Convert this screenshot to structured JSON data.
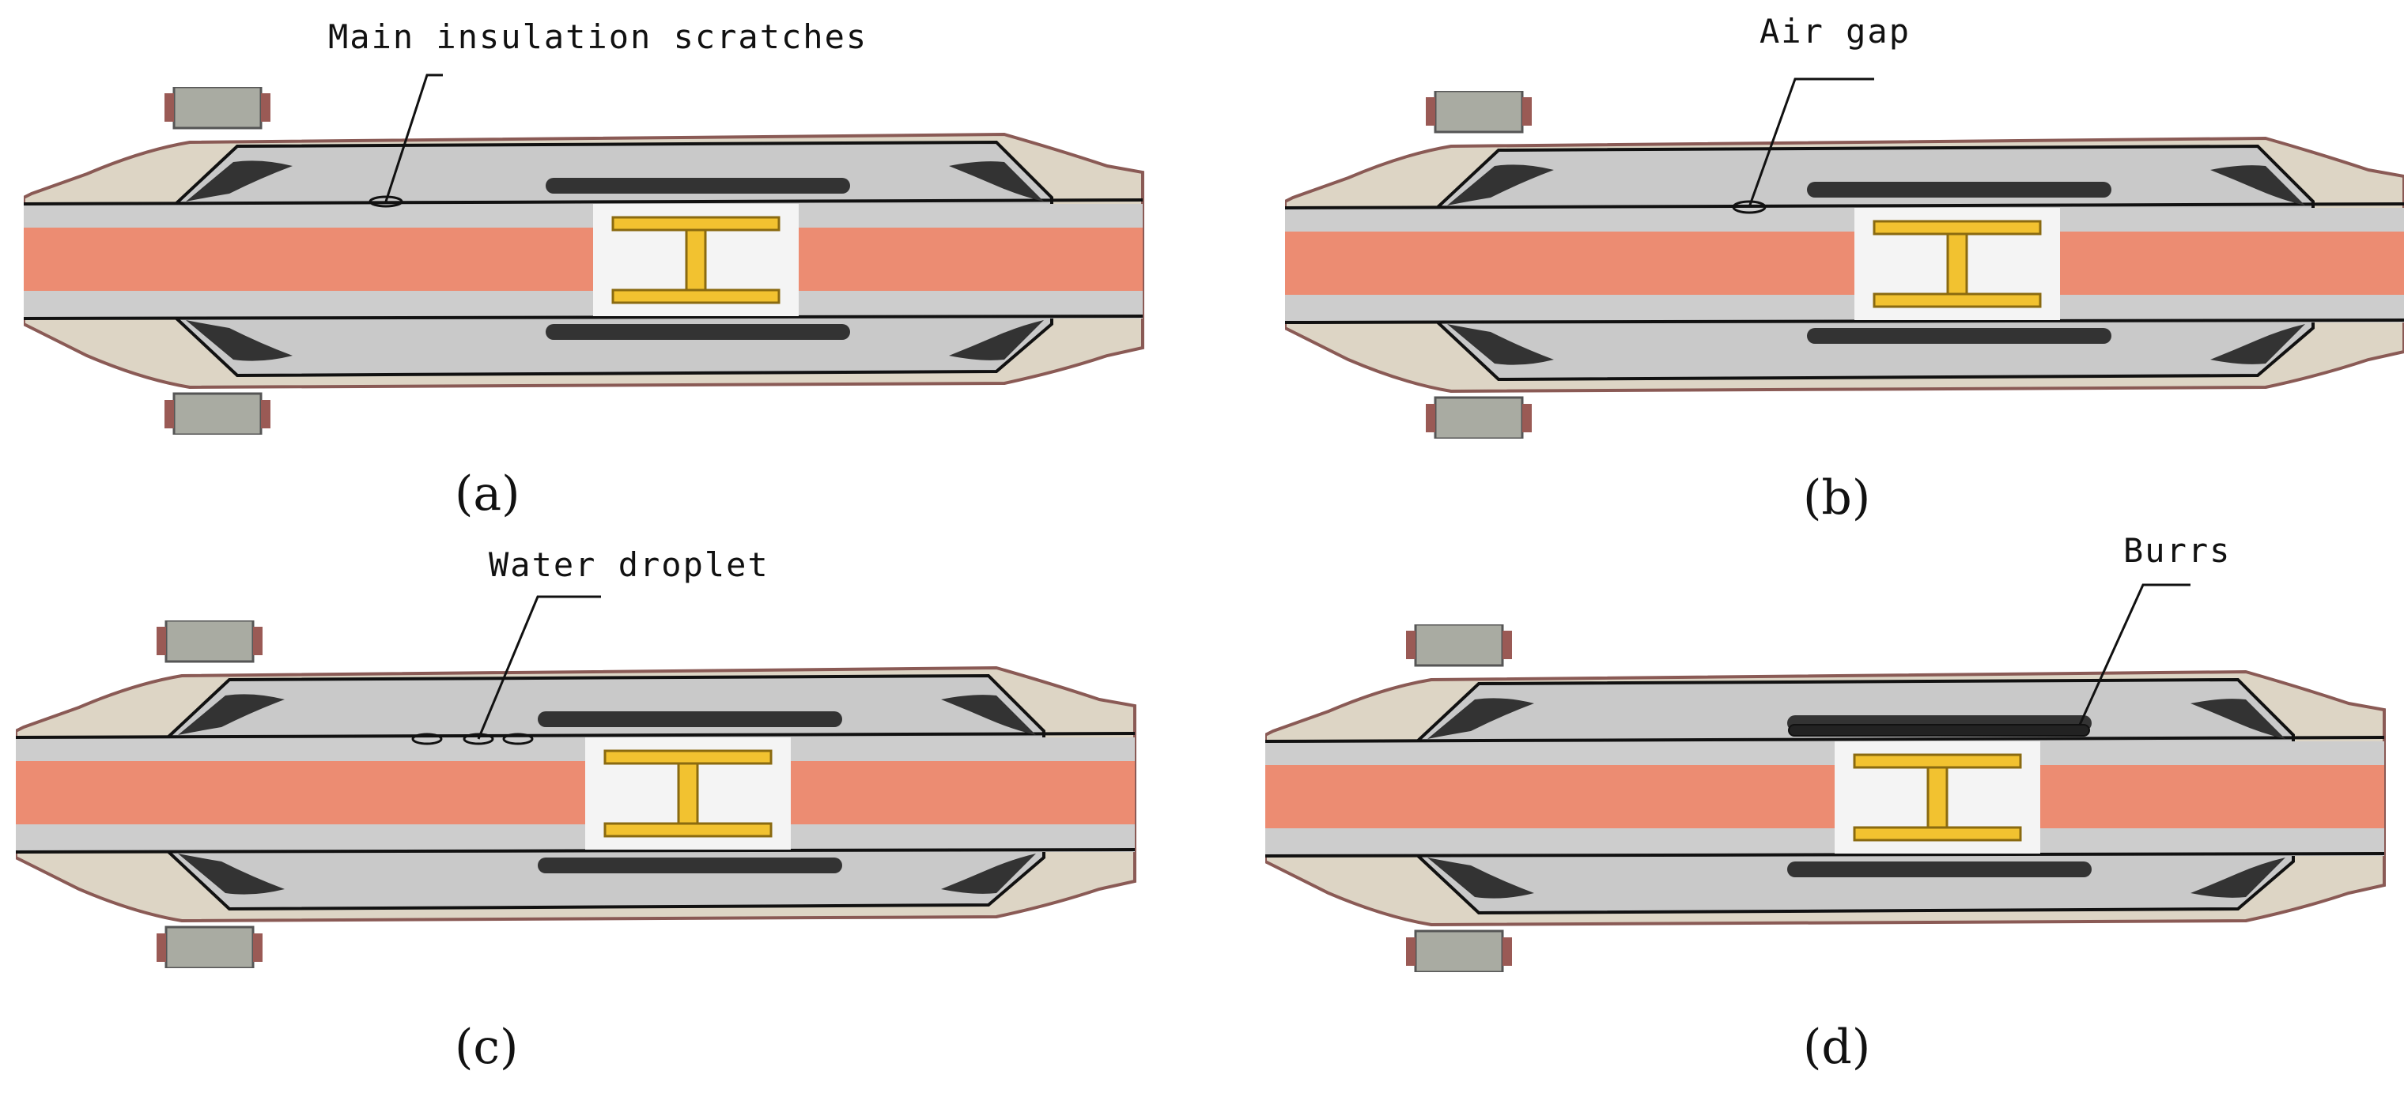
{
  "panels": [
    {
      "id": "a",
      "caption": "(a)",
      "callout": "Main insulation scratches",
      "defect": "scratch"
    },
    {
      "id": "b",
      "caption": "(b)",
      "callout": "Air gap",
      "defect": "air-gap"
    },
    {
      "id": "c",
      "caption": "(c)",
      "callout": "Water droplet",
      "defect": "water-droplets"
    },
    {
      "id": "d",
      "caption": "(d)",
      "callout": "Burrs",
      "defect": "burrs"
    }
  ],
  "colors": {
    "outer_sheath": "#ddd5c5",
    "outline": "#8a5a55",
    "insulation": "#cbcbcb",
    "conductor": "#ec8c72",
    "stress_cone": "#333333",
    "connector": "#f2c230",
    "clamp": "#a9aba2",
    "clamp_side": "#9a5a55"
  }
}
